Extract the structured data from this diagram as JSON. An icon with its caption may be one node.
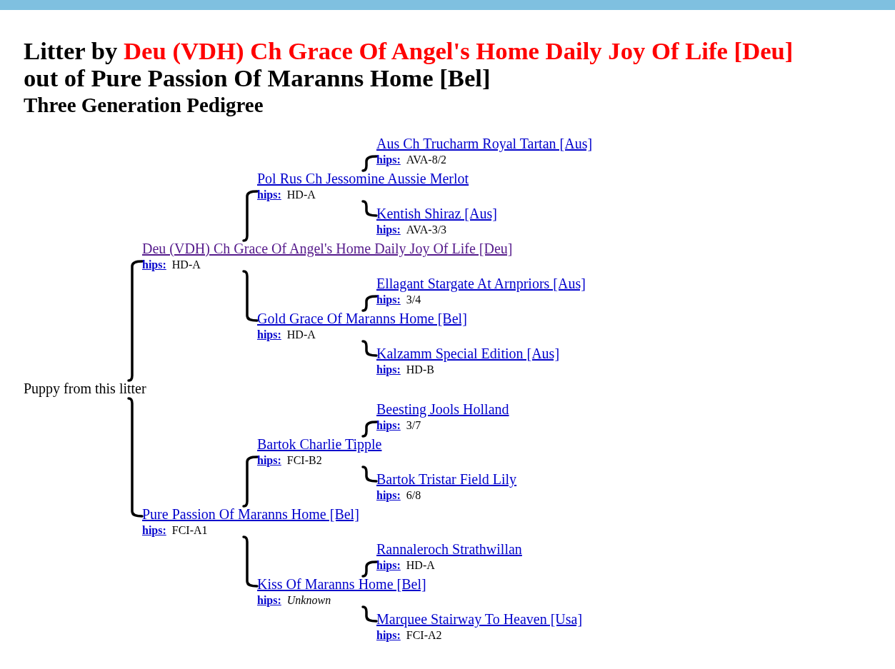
{
  "diagram": {
    "title": "Litter by **Deu (VDH) Ch Grace Of Angel's Home Daily Joy Of Life [Deu]** out of Pure Passion Of Maranns Home [Bel]",
    "nodes": [
      {
        "text": [],
        "shape": "bar"
      },
      {
        "text": [
          "Aus Ch Trucharm Royal Tartan [Aus]",
          "hips:",
          "AVA-8/2"
        ]
      },
      {
        "text": [
          "Pol Rus Ch Jessomine Aussie Merlot",
          "hips:",
          "HD-A"
        ]
      },
      {
        "text": [
          "Kentish Shiraz [Aus]",
          "hips:",
          "AVA-3/3"
        ]
      },
      {
        "text": [
          "Deu (VDH) Ch Grace Of Angel's Home Daily Joy Of Life [Deu]",
          "hips:",
          "HD-A"
        ]
      },
      {
        "text": [
          "Ellagant Stargate At Arnpriors [Aus]",
          "hips:",
          "3/4"
        ]
      },
      {
        "text": [
          "Gold Grace Of Maranns Home [Bel]",
          "hips:",
          "HD-A"
        ]
      },
      {
        "text": [
          "Kalzamm Special Edition [Aus]",
          "hips:",
          "HD-B"
        ]
      },
      {
        "text": [
          "Puppy from this litter"
        ]
      },
      {
        "text": [
          "Beesting Jools Holland",
          "hips:",
          "3/7"
        ]
      },
      {
        "text": [
          "Bartok Charlie Tipple",
          "hips:",
          "FCI-B2"
        ]
      },
      {
        "text": [
          "Bartok Tristar Field Lily",
          "hips:",
          "6/8"
        ]
      },
      {
        "text": [
          "Pure Passion Of Maranns Home [Bel]",
          "hips:",
          "FCI-A1"
        ]
      },
      {
        "text": [
          "Rannaleroch Strathwillan",
          "hips:",
          "HD-A"
        ]
      },
      {
        "text": [
          "Kiss Of Maranns Home [Bel]",
          "hips:",
          "Unknown"
        ]
      },
      {
        "text": [
          "Marquee Stairway To Heaven [Usa]",
          "hips:",
          "FCI-A2"
        ]
      }
    ],
    "edges": [
      {
        "from": 8,
        "to": 4,
        "arrow": "none"
      },
      {
        "from": 8,
        "to": 12,
        "arrow": "none"
      },
      {
        "from": 4,
        "to": 2,
        "arrow": "none"
      },
      {
        "from": 4,
        "to": 6,
        "arrow": "none"
      },
      {
        "from": 12,
        "to": 10,
        "arrow": "none"
      },
      {
        "from": 12,
        "to": 14,
        "arrow": "none"
      },
      {
        "from": 2,
        "to": 1,
        "arrow": "none"
      },
      {
        "from": 2,
        "to": 3,
        "arrow": "none"
      },
      {
        "from": 6,
        "to": 5,
        "arrow": "none"
      },
      {
        "from": 6,
        "to": 7,
        "arrow": "none"
      },
      {
        "from": 10,
        "to": 9,
        "arrow": "none"
      },
      {
        "from": 10,
        "to": 11,
        "arrow": "none"
      },
      {
        "from": 14,
        "to": 13,
        "arrow": "none"
      },
      {
        "from": 14,
        "to": 15,
        "arrow": "none"
      }
    ],
    "labels": [
      "Three Generation Pedigree"
    ]
  }
}
